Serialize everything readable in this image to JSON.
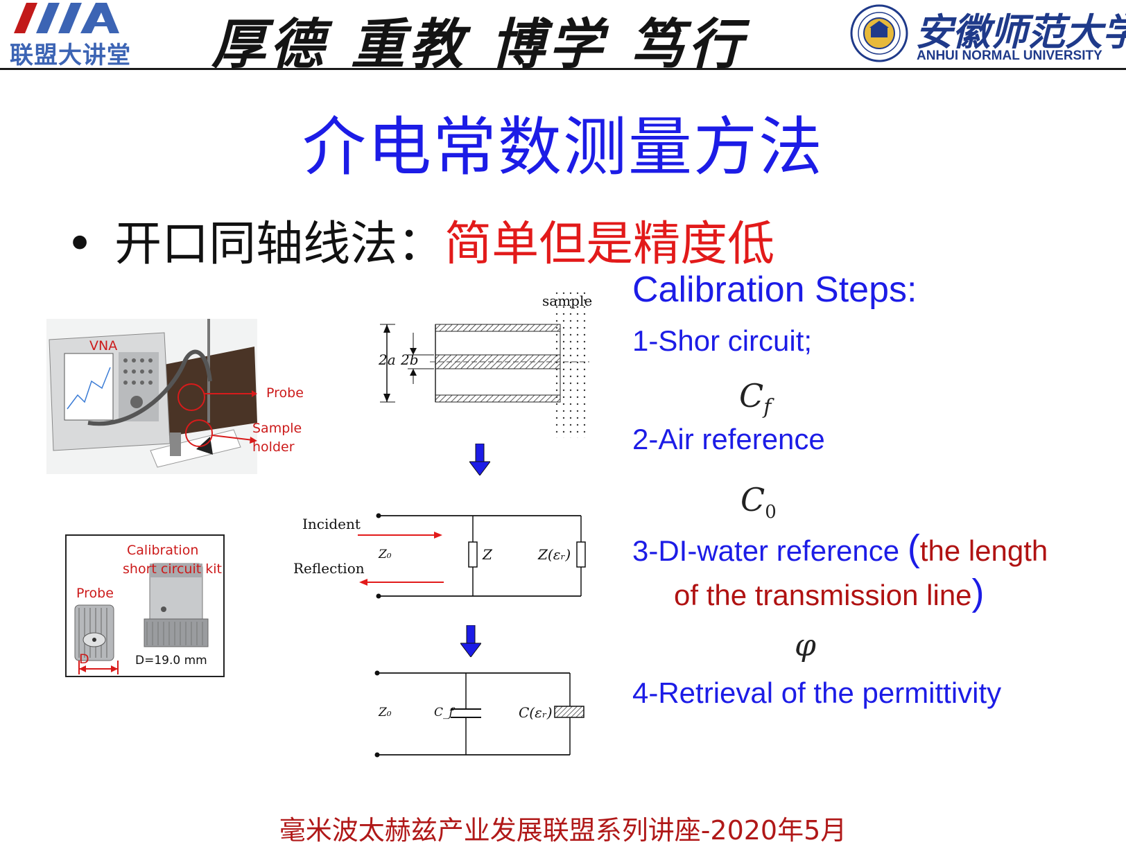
{
  "header": {
    "logo_text": "联盟大讲堂",
    "motto": "厚德 重教 博学 笃行",
    "university_cn": "安徽师范大学",
    "university_en": "ANHUI NORMAL UNIVERSITY"
  },
  "title": "介电常数测量方法",
  "bullet": {
    "symbol": "•",
    "label": "开口同轴线法：",
    "highlight": "简单但是精度低"
  },
  "photo1": {
    "labels": {
      "vna": "VNA",
      "probe": "Probe",
      "sample": "Sample",
      "holder": "holder"
    }
  },
  "photo2": {
    "labels": {
      "calibration": "Calibration",
      "kit": "short circuit kit",
      "probe": "Probe",
      "d": "D",
      "dimension": "D=19.0 mm"
    }
  },
  "diagram": {
    "sample_label": "sample",
    "label_2a": "2a",
    "label_2b": "2b",
    "incident": "Incident",
    "reflection": "Reflection",
    "z0_top": "Z₀",
    "z_label": "Z",
    "z_er_label": "Z(εᵣ)",
    "z0_bottom": "Z₀",
    "cf_label": "C_f",
    "c_er_label": "C(εᵣ)"
  },
  "calibration": {
    "heading": "Calibration Steps:",
    "step1": "1-Shor circuit;",
    "cf_symbol": "C",
    "cf_sub": "f",
    "step2": "2-Air reference",
    "c0_symbol": "C",
    "c0_sub": "0",
    "step3_a": "3-DI-water reference ",
    "step3_paren_open": "(",
    "step3_red_1": "the length",
    "step3_red_2": "of the transmission line",
    "step3_paren_close": ")",
    "phi_symbol": "φ",
    "step4": "4-Retrieval of the permittivity"
  },
  "footer": "毫米波太赫兹产业发展联盟系列讲座-2020年5月",
  "colors": {
    "title_blue": "#1c1ce6",
    "red": "#e21a1a",
    "dark_red": "#b01212",
    "logo_blue": "#3c64b4"
  }
}
